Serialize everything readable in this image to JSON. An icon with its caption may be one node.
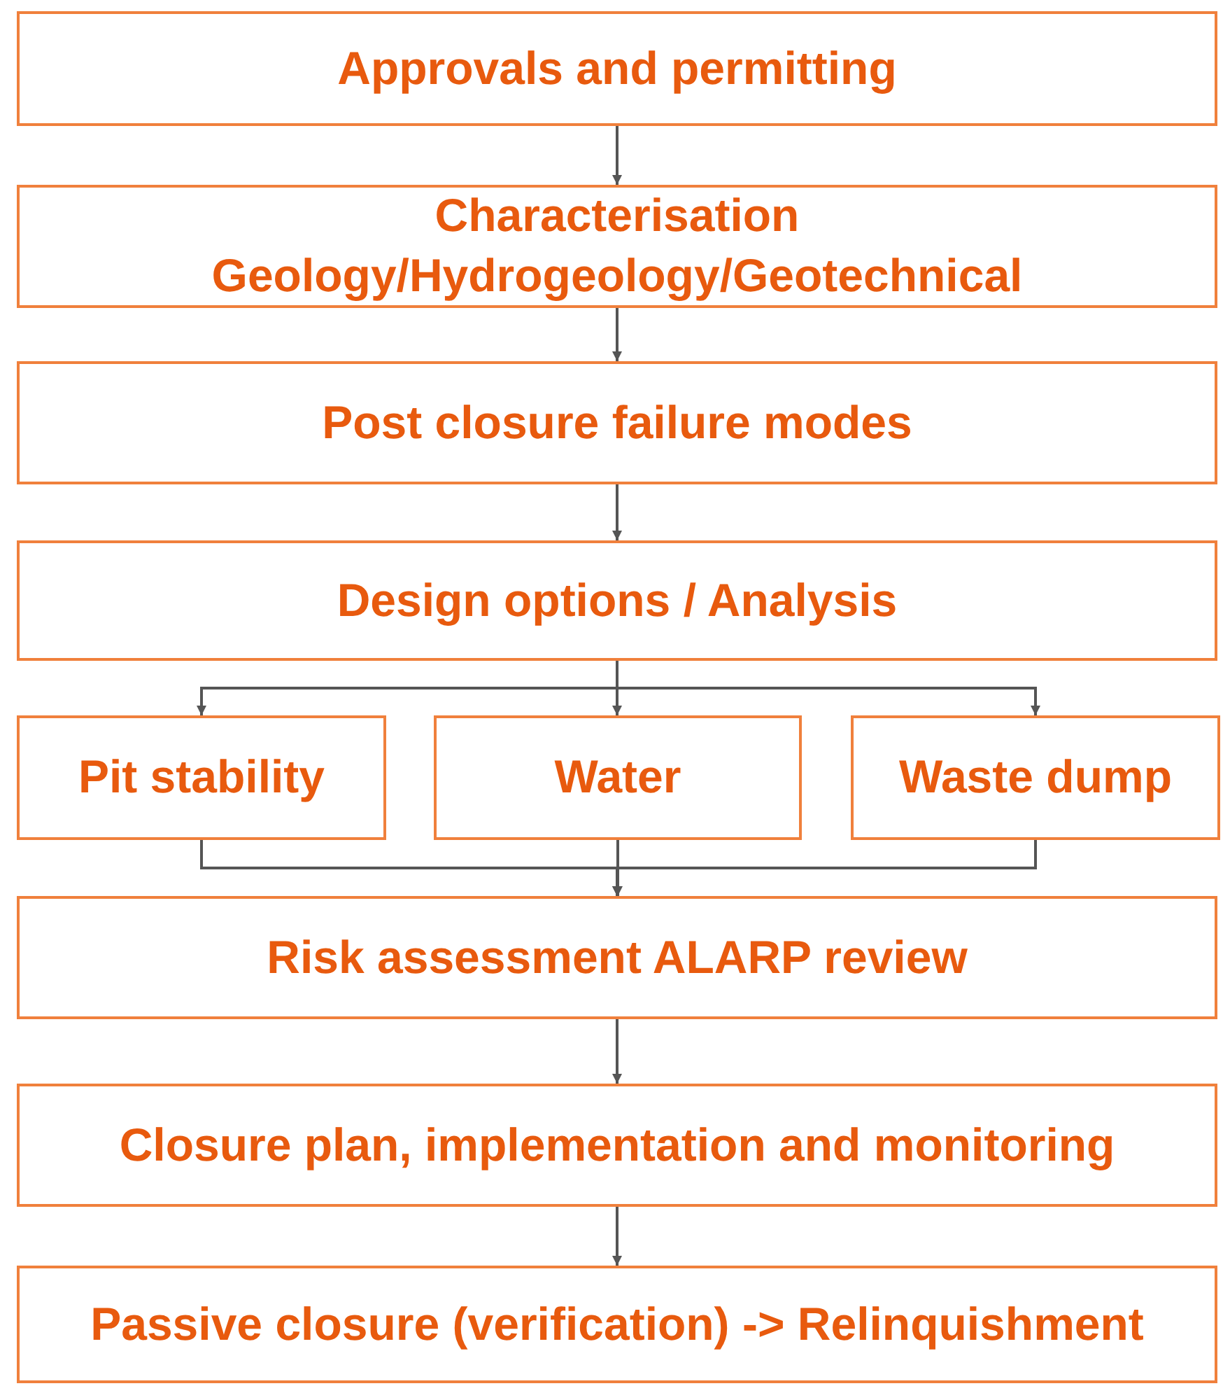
{
  "diagram": {
    "nodes": [
      {
        "text": [
          "Approvals and permitting"
        ]
      },
      {
        "text": [
          "Characterisation",
          "Geology/Hydrogeology/Geotechnical"
        ]
      },
      {
        "text": [
          "Post closure failure modes"
        ]
      },
      {
        "text": [
          "Design options / Analysis"
        ]
      },
      {
        "text": [
          "Pit stability"
        ]
      },
      {
        "text": [
          "Water"
        ]
      },
      {
        "text": [
          "Waste dump"
        ]
      },
      {
        "text": [
          "Risk assessment ALARP review"
        ]
      },
      {
        "text": [
          "Closure plan, implementation and monitoring"
        ]
      },
      {
        "text": [
          "Passive closure (verification) -> Relinquishment"
        ]
      }
    ],
    "edges": [
      {
        "from": 0,
        "to": 1,
        "arrow": "to"
      },
      {
        "from": 1,
        "to": 2,
        "arrow": "to"
      },
      {
        "from": 2,
        "to": 3,
        "arrow": "to"
      },
      {
        "from": 3,
        "to": 4,
        "arrow": "to"
      },
      {
        "from": 3,
        "to": 5,
        "arrow": "to"
      },
      {
        "from": 3,
        "to": 6,
        "arrow": "to"
      },
      {
        "from": 4,
        "to": 7,
        "arrow": "to"
      },
      {
        "from": 5,
        "to": 7,
        "arrow": "to"
      },
      {
        "from": 6,
        "to": 7,
        "arrow": "to"
      },
      {
        "from": 7,
        "to": 8,
        "arrow": "to"
      },
      {
        "from": 8,
        "to": 9,
        "arrow": "to"
      }
    ]
  }
}
